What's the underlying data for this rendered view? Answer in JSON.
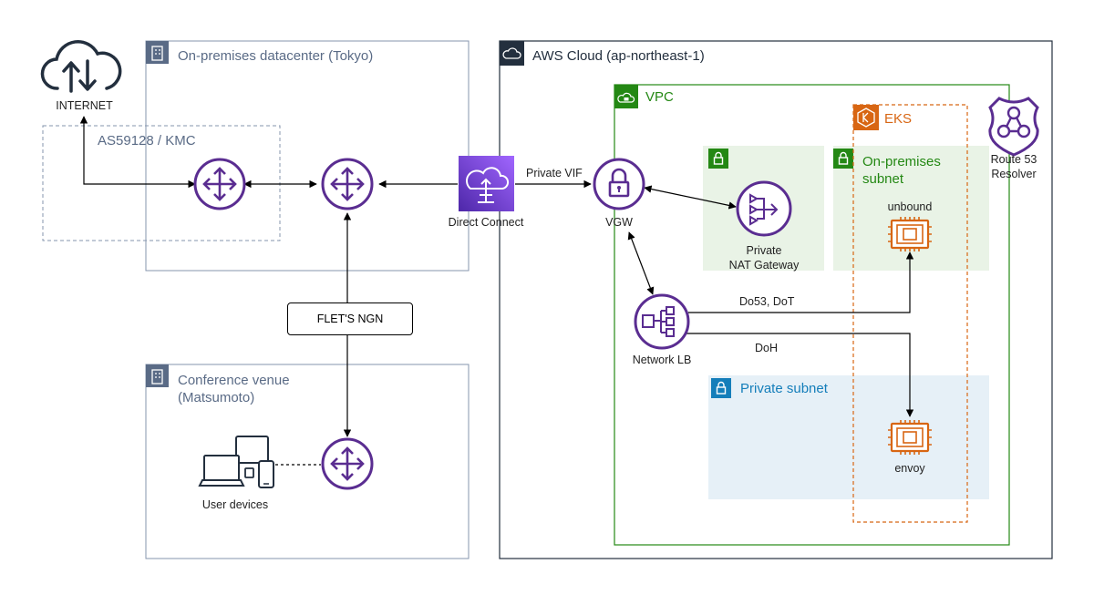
{
  "groups": {
    "onprem_dc": "On-premises datacenter (Tokyo)",
    "as_number": "AS59128 / KMC",
    "aws_cloud": "AWS Cloud (ap-northeast-1)",
    "vpc": "VPC",
    "eks": "EKS",
    "onprem_subnet_line1": "On-premises",
    "onprem_subnet_line2": "subnet",
    "private_subnet": "Private subnet",
    "venue_line1": "Conference venue",
    "venue_line2": "(Matsumoto)"
  },
  "nodes": {
    "internet": "INTERNET",
    "direct_connect": "Direct Connect",
    "vgw": "VGW",
    "nat_line1": "Private",
    "nat_line2": "NAT Gateway",
    "nlb": "Network LB",
    "unbound": "unbound",
    "envoy": "envoy",
    "route53_line1": "Route 53",
    "route53_line2": "Resolver",
    "user_devices": "User devices",
    "flets": "FLET'S NGN"
  },
  "edges": {
    "private_vif": "Private VIF",
    "do53_dot": "Do53, DoT",
    "doh": "DoH"
  },
  "colors": {
    "router": "#5a2d91",
    "aws_purple": "#7b3fe4",
    "vpc_green": "#248814",
    "eks_orange": "#d86613",
    "private_blue": "#147eba",
    "group_gray": "#5a6b86"
  }
}
